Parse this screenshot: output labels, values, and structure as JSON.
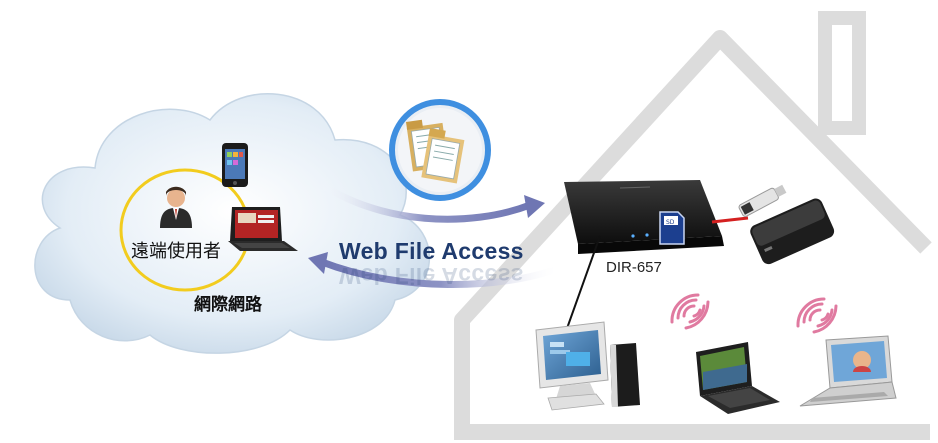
{
  "labels": {
    "remote_user": "遠端使用者",
    "internet": "網際網路",
    "service": "Web File Access",
    "router": "DIR-657"
  },
  "colors": {
    "cloud": "#dfeaf4",
    "house_outline": "#dcdcdc",
    "user_ring": "#f2cc1e",
    "arrow": "#8d93c4",
    "folder_ring": "#3f8fe0",
    "wifi": "#e07aa0",
    "router_body": "#1a1a1a",
    "service_text": "#1f3b6e"
  },
  "icons": {
    "remote_user": "user-icon",
    "phone": "smartphone-icon",
    "laptop_remote": "laptop-icon",
    "folders": "folder-files-icon",
    "router": "router-icon",
    "sd_card": "sd-card-icon",
    "usb_stick": "usb-stick-icon",
    "hard_drive": "external-hdd-icon",
    "desktop": "desktop-computer-icon",
    "laptop_wifi_1": "laptop-icon",
    "laptop_wifi_2": "laptop-icon",
    "wifi": "wifi-signal-icon"
  }
}
